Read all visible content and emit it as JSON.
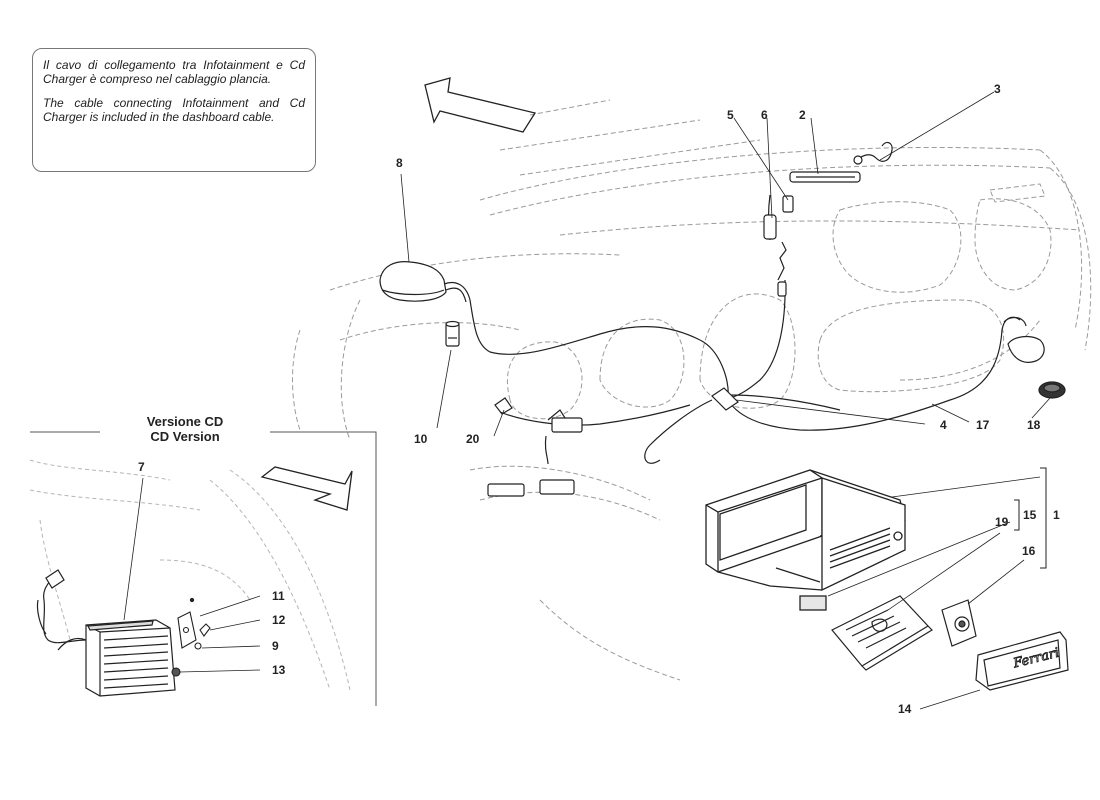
{
  "note": {
    "italian": "Il cavo di collegamento tra Infotainment e Cd Charger è compreso nel cablaggio plancia.",
    "english": "The cable connecting Infotainment and Cd Charger is included in the dashboard cable."
  },
  "inset": {
    "title_it": "Versione CD",
    "title_en": "CD Version"
  },
  "callouts": {
    "c1": "1",
    "c2": "2",
    "c3": "3",
    "c4": "4",
    "c5": "5",
    "c6": "6",
    "c7": "7",
    "c8": "8",
    "c9": "9",
    "c10": "10",
    "c11": "11",
    "c12": "12",
    "c13": "13",
    "c14": "14",
    "c15": "15",
    "c16": "16",
    "c17": "17",
    "c18": "18",
    "c19": "19",
    "c20": "20"
  },
  "trim_logo_text": "Ferrari",
  "colors": {
    "line": "#222222",
    "ghost_line": "#9a9a9a",
    "background": "#ffffff"
  }
}
